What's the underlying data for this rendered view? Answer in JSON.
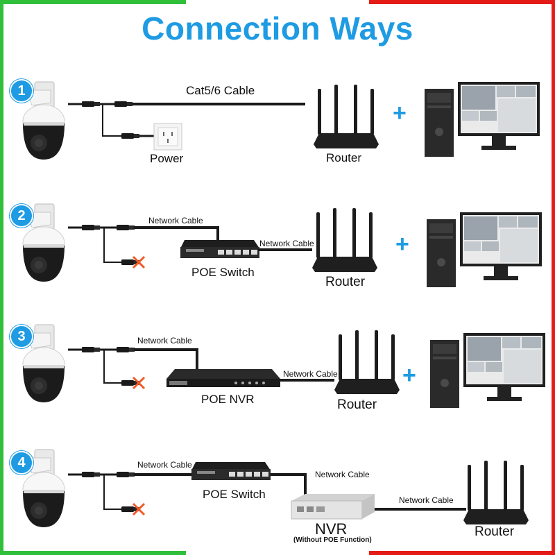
{
  "title": "Connection Ways",
  "rows": [
    {
      "number": "1",
      "cable_label": "Cat5/6 Cable",
      "power_label": "Power",
      "router_label": "Router",
      "plus": "+"
    },
    {
      "number": "2",
      "cable_label_1": "Network Cable",
      "cable_label_2": "Network Cable",
      "switch_label": "POE Switch",
      "router_label": "Router",
      "plus": "+"
    },
    {
      "number": "3",
      "cable_label_1": "Network Cable",
      "cable_label_2": "Network Cable",
      "nvr_label": "POE NVR",
      "router_label": "Router",
      "plus": "+"
    },
    {
      "number": "4",
      "cable_label_1": "Network Cable",
      "cable_label_2": "Network Cable",
      "cable_label_3": "Network Cable",
      "switch_label": "POE Switch",
      "nvr_label": "NVR",
      "nvr_sublabel": "(Without POE Function)",
      "router_label": "Router"
    }
  ],
  "colors": {
    "accent": "#1e9be3",
    "green_bar": "#2fbf3a",
    "red_bar": "#e41b17",
    "cross": "#f05a28"
  }
}
